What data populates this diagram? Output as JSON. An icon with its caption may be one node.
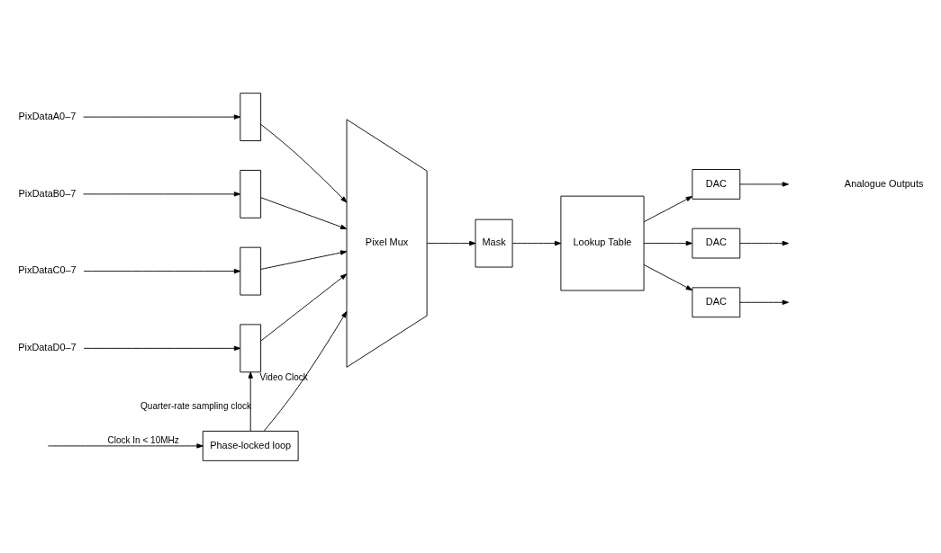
{
  "diagram": {
    "nodes": [
      {
        "text": [
          "PixDataA0–7"
        ]
      },
      {
        "text": [
          "PixDataB0–7"
        ]
      },
      {
        "text": [
          "PixDataC0–7"
        ]
      },
      {
        "text": [
          "PixDataD0–7"
        ]
      },
      {
        "text": [],
        "shape": "box"
      },
      {
        "text": [],
        "shape": "box"
      },
      {
        "text": [],
        "shape": "box"
      },
      {
        "text": [],
        "shape": "box"
      },
      {
        "text": [
          "Pixel Mux"
        ]
      },
      {
        "text": [
          "Mask"
        ]
      },
      {
        "text": [
          "Lookup Table"
        ]
      },
      {
        "text": [
          "DAC"
        ]
      },
      {
        "text": [
          "DAC"
        ]
      },
      {
        "text": [
          "DAC"
        ]
      },
      {
        "text": [
          "Phase-locked loop"
        ]
      }
    ],
    "edges": [
      {
        "from": 0,
        "to": 4,
        "arrow": "to"
      },
      {
        "from": 1,
        "to": 5,
        "arrow": "to"
      },
      {
        "from": 2,
        "to": 6,
        "arrow": "to"
      },
      {
        "from": 3,
        "to": 7,
        "arrow": "to"
      },
      {
        "from": 4,
        "to": 8,
        "arrow": "to"
      },
      {
        "from": 5,
        "to": 8,
        "arrow": "to"
      },
      {
        "from": 6,
        "to": 8,
        "arrow": "to"
      },
      {
        "from": 7,
        "to": 8,
        "arrow": "to"
      },
      {
        "from": 8,
        "to": 9,
        "arrow": "to"
      },
      {
        "from": 9,
        "to": 10,
        "arrow": "to"
      },
      {
        "from": 10,
        "to": 11,
        "arrow": "to"
      },
      {
        "from": 10,
        "to": 12,
        "arrow": "to"
      },
      {
        "from": 10,
        "to": 13,
        "arrow": "to"
      },
      {
        "from": 11,
        "to": null,
        "arrow": "to"
      },
      {
        "from": 12,
        "to": null,
        "arrow": "to"
      },
      {
        "from": 13,
        "to": null,
        "arrow": "to"
      },
      {
        "from": 14,
        "to": 8,
        "arrow": "to",
        "label": "Video Clock"
      },
      {
        "from": 14,
        "to": 7,
        "arrow": "to",
        "label": "Quarter-rate sampling clock"
      },
      {
        "from": null,
        "to": 14,
        "arrow": "to",
        "label": "Clock In < 10MHz"
      }
    ],
    "labels": [
      "Analogue Outputs"
    ]
  }
}
